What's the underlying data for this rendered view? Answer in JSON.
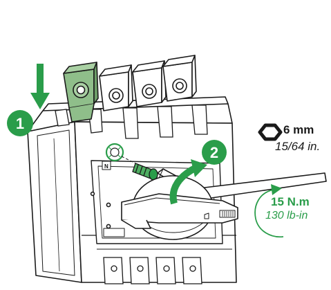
{
  "steps": [
    {
      "number": "1"
    },
    {
      "number": "2"
    }
  ],
  "tool": {
    "icon": "hex-key-icon",
    "size_metric": "6 mm",
    "size_imperial": "15/64 in."
  },
  "torque": {
    "value_metric": "15 N.m",
    "value_imperial": "130 lb-in"
  },
  "pole_label": "N",
  "colors": {
    "accent_green": "#2a9d4a",
    "terminal_green": "#8fbe8a",
    "outline": "#1a1a1a",
    "body_fill": "#ffffff"
  }
}
